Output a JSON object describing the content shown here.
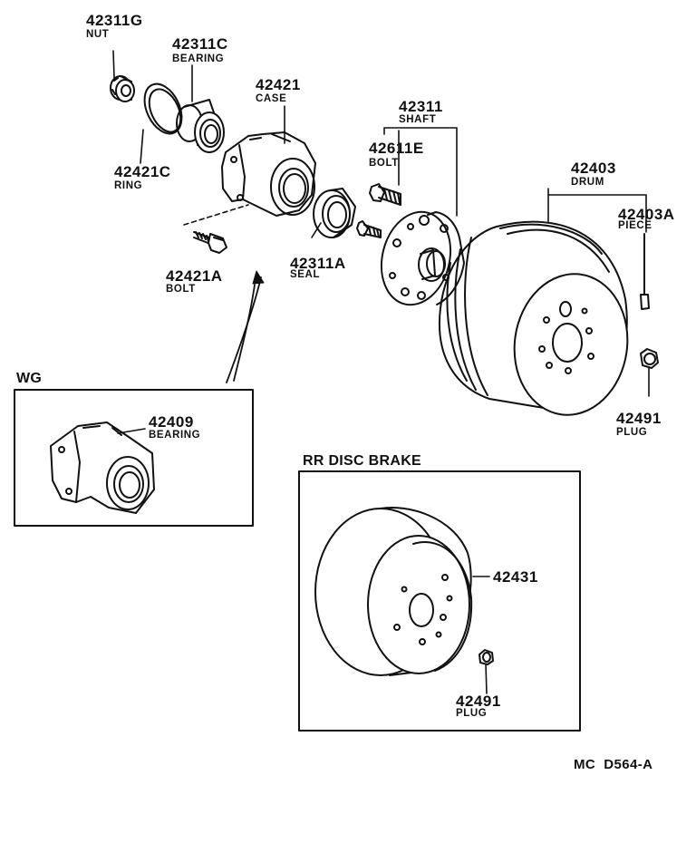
{
  "callouts": {
    "nut": {
      "part_no": "42311G",
      "name": "NUT"
    },
    "bearing": {
      "part_no": "42311C",
      "name": "BEARING"
    },
    "ring": {
      "part_no": "42421C",
      "name": "RING"
    },
    "case": {
      "part_no": "42421",
      "name": "CASE"
    },
    "shaft": {
      "part_no": "42311",
      "name": "SHAFT"
    },
    "hub_bolt": {
      "part_no": "42611E",
      "name": "BOLT"
    },
    "drum": {
      "part_no": "42403",
      "name": "DRUM"
    },
    "piece": {
      "part_no": "42403A",
      "name": "PIECE"
    },
    "seal": {
      "part_no": "42311A",
      "name": "SEAL"
    },
    "case_bolt": {
      "part_no": "42421A",
      "name": "BOLT"
    },
    "plug": {
      "part_no": "42491",
      "name": "PLUG"
    }
  },
  "wg_box": {
    "title": "WG",
    "bearing": {
      "part_no": "42409",
      "name": "BEARING"
    }
  },
  "disc_box": {
    "title": "RR DISC BRAKE",
    "disc": {
      "part_no": "42431"
    },
    "plug": {
      "part_no": "42491",
      "name": "PLUG"
    }
  },
  "drawing_code": "MC  D564-A"
}
